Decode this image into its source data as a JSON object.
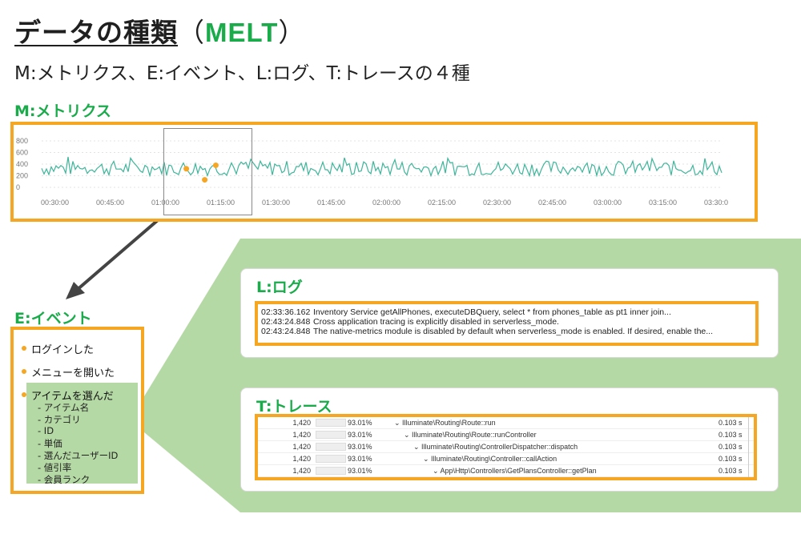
{
  "title": {
    "main": "データの種類",
    "paren_open": "（",
    "melt": "MELT",
    "paren_close": "）"
  },
  "subtitle": "M:メトリクス、E:イベント、L:ログ、T:トレースの４種",
  "metrics": {
    "label": "M:メトリクス",
    "chart_data": {
      "type": "line",
      "ylabels": [
        "800",
        "600",
        "400",
        "200",
        "0"
      ],
      "ylim": [
        0,
        800
      ],
      "xlabels": [
        "00:30:00",
        "00:45:00",
        "01:00:00",
        "01:15:00",
        "01:30:00",
        "01:45:00",
        "02:00:00",
        "02:15:00",
        "02:30:00",
        "02:45:00",
        "03:00:00",
        "03:15:00",
        "03:30:0"
      ],
      "grid": true,
      "line_color": "#3fb59a",
      "event_marker_color": "#f5a623",
      "event_markers": [
        {
          "x": "01:06:00",
          "y": 320
        },
        {
          "x": "01:11:00",
          "y": 130
        },
        {
          "x": "01:14:00",
          "y": 380
        }
      ],
      "zoom_range": [
        "01:00:00",
        "01:20:00"
      ]
    }
  },
  "events": {
    "label": "E:イベント",
    "items": [
      "ログインした",
      "メニューを開いた",
      "アイテムを選んだ"
    ],
    "attributes": [
      "- アイテム名",
      "- カテゴリ",
      "- ID",
      "- 単価",
      "- 選んだユーザーID",
      "- 値引率",
      "- 会員ランク"
    ],
    "bullet_color": "#f5a623",
    "highlight_color": "#b5d9a5"
  },
  "logs": {
    "label": "L:ログ",
    "lines": [
      {
        "time": "02:33:36.162",
        "text": "Inventory Service getAllPhones, executeDBQuery, select * from phones_table as pt1 inner join..."
      },
      {
        "time": "02:43:24.848",
        "text": "Cross application tracing is explicitly disabled in serverless_mode."
      },
      {
        "time": "02:43:24.848",
        "text": "The native-metrics module is disabled by default when serverless_mode is enabled.  If desired, enable the..."
      }
    ]
  },
  "traces": {
    "label": "T:トレース",
    "rows": [
      {
        "count": "1,420",
        "pct": "93.01%",
        "name": "Illuminate\\Routing\\Route::run",
        "depth": 0,
        "time": "0.103",
        "unit": "s"
      },
      {
        "count": "1,420",
        "pct": "93.01%",
        "name": "Illuminate\\Routing\\Route::runController",
        "depth": 1,
        "time": "0.103",
        "unit": "s"
      },
      {
        "count": "1,420",
        "pct": "93.01%",
        "name": "Illuminate\\Routing\\ControllerDispatcher::dispatch",
        "depth": 2,
        "time": "0.103",
        "unit": "s"
      },
      {
        "count": "1,420",
        "pct": "93.01%",
        "name": "Illuminate\\Routing\\Controller::callAction",
        "depth": 3,
        "time": "0.103",
        "unit": "s"
      },
      {
        "count": "1,420",
        "pct": "93.01%",
        "name": "App\\Http\\Controllers\\GetPlansController::getPlan",
        "depth": 4,
        "time": "0.103",
        "unit": "s"
      }
    ]
  },
  "colors": {
    "accent_green": "#1aab4b",
    "border_orange": "#f5a623",
    "panel_green": "#b5d9a5"
  }
}
